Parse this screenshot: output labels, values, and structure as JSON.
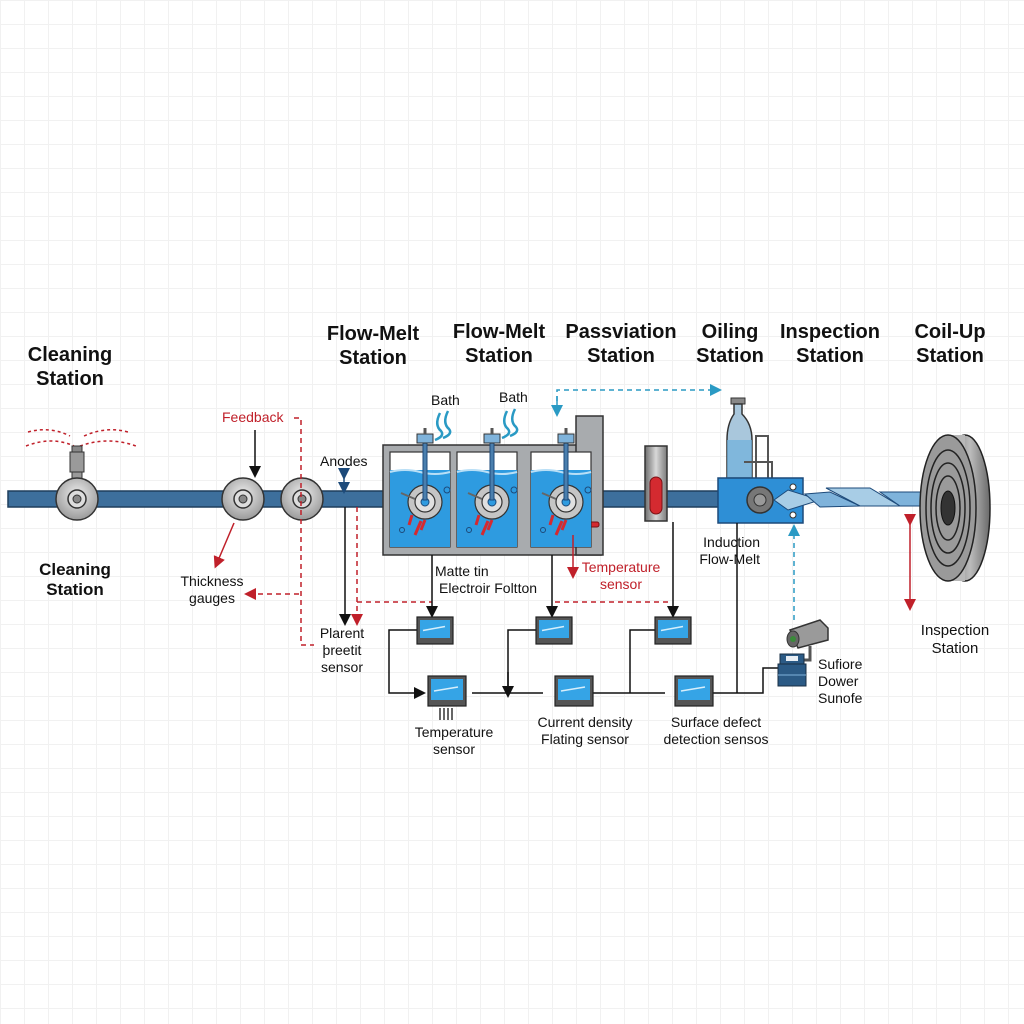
{
  "colors": {
    "strip": "#3d6f9c",
    "strip_dark": "#244e74",
    "bath_water": "#2e9be0",
    "tank_frame": "#9fa3a7",
    "roller": "#c9c9c9",
    "feedback_red": "#c0202a",
    "signal_blue": "#2a9ac4",
    "oiling_box": "#2e8fd6",
    "monitor_screen": "#35a4e6",
    "line_black": "#111111"
  },
  "stations": {
    "cleaning_top": {
      "line1": "Cleaning",
      "line2": "Station"
    },
    "flow_melt_1": {
      "line1": "Flow-Melt",
      "line2": "Station"
    },
    "flow_melt_2": {
      "line1": "Flow-Melt",
      "line2": "Station"
    },
    "passivation": {
      "line1": "Passviation",
      "line2": "Station"
    },
    "oiling": {
      "line1": "Oiling",
      "line2": "Station"
    },
    "inspection_top": {
      "line1": "Inspection",
      "line2": "Station"
    },
    "coil_up": {
      "line1": "Coil-Up",
      "line2": "Station"
    },
    "cleaning_bottom": {
      "line1": "Cleaning",
      "line2": "Station"
    },
    "inspection_bottom": {
      "line1": "Inspection",
      "line2": "Station"
    }
  },
  "annotations": {
    "feedback": "Feedback",
    "anodes": "Anodes",
    "bath_1": "Bath",
    "bath_2": "Bath",
    "thickness_gauges": {
      "line1": "Thickness",
      "line2": "gauges"
    },
    "plarent_sensor": {
      "line1": "Plarent",
      "line2": "þreetit",
      "line3": "sensor"
    },
    "matte_tin": {
      "line1": "Matte tin",
      "line2": "Electroir Foltton"
    },
    "temperature_red": {
      "line1": "Temperature",
      "line2": "sensor"
    },
    "induction": {
      "line1": "Induction",
      "line2": "Flow-Melt"
    },
    "temperature_sensor": {
      "line1": "Temperature",
      "line2": "sensor"
    },
    "current_density": {
      "line1": "Current density",
      "line2": "Flating sensor"
    },
    "surface_defect": {
      "line1": "Surface defect",
      "line2": "detection sensos"
    },
    "surface_power": {
      "line1": "Sufiore",
      "line2": "Dower",
      "line3": "Sunofe"
    }
  }
}
